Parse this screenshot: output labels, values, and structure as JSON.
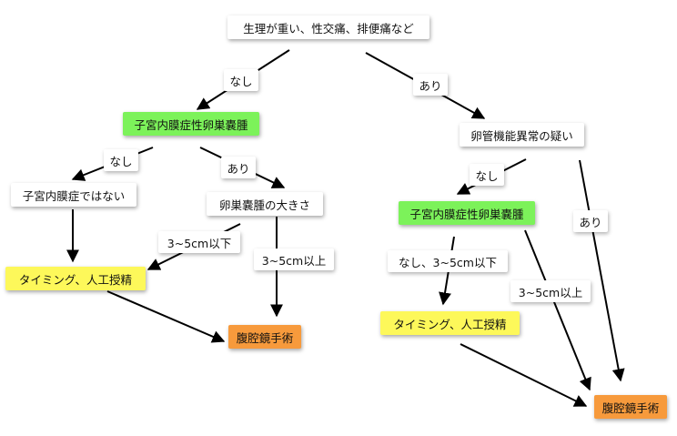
{
  "diagram": {
    "nodes": {
      "root": "生理が重い、性交痛、排便痛など",
      "endo_left": "子宮内膜症性卵巣嚢腫",
      "tubal": "卵管機能異常の疑い",
      "not_endo": "子宮内膜症ではない",
      "cyst_size": "卵巣嚢腫の大きさ",
      "timing_left": "タイミング、人工授精",
      "lap_left": "腹腔鏡手術",
      "endo_right": "子宮内膜症性卵巣嚢腫",
      "timing_right": "タイミング、人工授精",
      "lap_right": "腹腔鏡手術"
    },
    "edge_labels": {
      "nashi_1": "なし",
      "ari_1": "あり",
      "nashi_2": "なし",
      "ari_2": "あり",
      "small_left": "3~5cm以下",
      "large_left": "3~5cm以上",
      "nashi_3": "なし",
      "ari_3": "あり",
      "none_or_small_right": "なし、3~5cm以下",
      "large_right": "3~5cm以上"
    },
    "colors": {
      "green": "#7cf25a",
      "yellow": "#fdf85a",
      "orange": "#f79a3c",
      "white": "#ffffff"
    }
  }
}
